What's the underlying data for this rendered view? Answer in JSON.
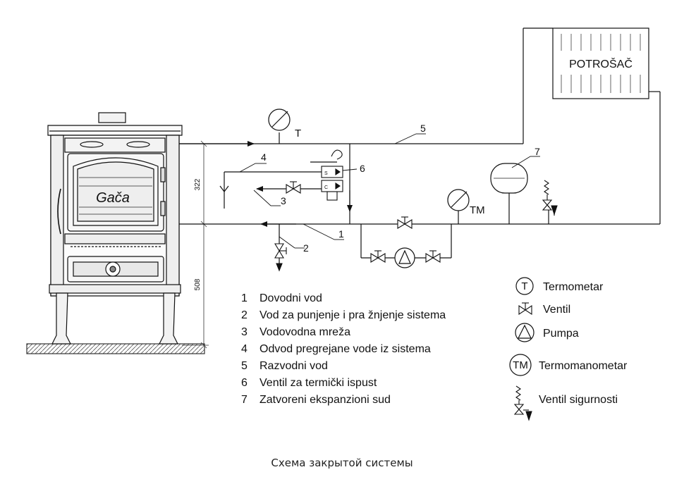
{
  "consumer": {
    "label": "POTROŠAČ"
  },
  "stove": {
    "brand": "Gača"
  },
  "dimensions": {
    "upper": "322",
    "lower": "508"
  },
  "instruments": {
    "thermometer": "T",
    "thermomanometer": "TM"
  },
  "callouts": [
    "1",
    "2",
    "3",
    "4",
    "5",
    "6",
    "7"
  ],
  "legend": [
    {
      "num": "1",
      "text": "Dovodni vod"
    },
    {
      "num": "2",
      "text": "Vod za punjenje i pra žnjenje sistema"
    },
    {
      "num": "3",
      "text": "Vodovodna mreža"
    },
    {
      "num": "4",
      "text": "Odvod pregrejane vode iz sistema"
    },
    {
      "num": "5",
      "text": "Razvodni vod"
    },
    {
      "num": "6",
      "text": "Ventil za termički ispust"
    },
    {
      "num": "7",
      "text": "Zatvoreni ekspanzioni sud"
    }
  ],
  "symbols": [
    {
      "sym": "T",
      "text": "Termometar"
    },
    {
      "sym": "",
      "text": "Ventil"
    },
    {
      "sym": "",
      "text": "Pumpa"
    },
    {
      "sym": "TM",
      "text": "Termomanometar"
    },
    {
      "sym": "",
      "text": "Ventil sigurnosti"
    }
  ],
  "caption": "Схема закрытой системы"
}
